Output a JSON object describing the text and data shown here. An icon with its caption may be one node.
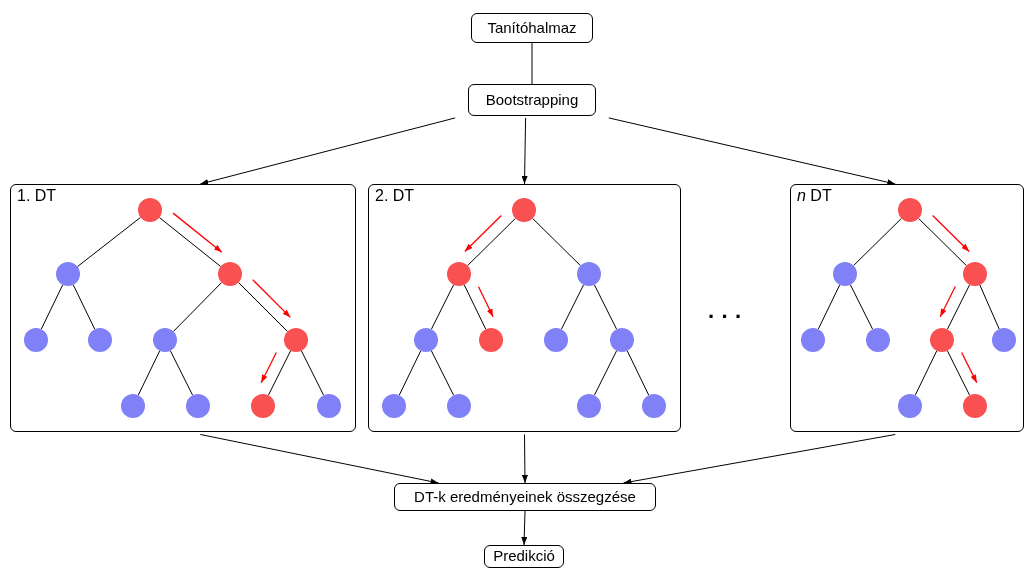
{
  "diagram": {
    "nodes": [
      {
        "text": [
          "Tanítóhalmaz"
        ]
      },
      {
        "text": [
          "Bootstrapping"
        ]
      },
      {
        "text": [
          "1. DT"
        ]
      },
      {
        "text": [],
        "shape": "circle",
        "in": 2
      },
      {
        "text": [],
        "shape": "circle",
        "in": 2
      },
      {
        "text": [],
        "shape": "circle",
        "in": 2
      },
      {
        "text": [],
        "shape": "circle",
        "in": 2
      },
      {
        "text": [],
        "shape": "circle",
        "in": 2
      },
      {
        "text": [],
        "shape": "circle",
        "in": 2
      },
      {
        "text": [],
        "shape": "circle",
        "in": 2
      },
      {
        "text": [],
        "shape": "circle",
        "in": 2
      },
      {
        "text": [],
        "shape": "circle",
        "in": 2
      },
      {
        "text": [],
        "shape": "circle",
        "in": 2
      },
      {
        "text": [],
        "shape": "circle",
        "in": 2
      },
      {
        "text": [
          "2. DT"
        ]
      },
      {
        "text": [],
        "shape": "circle",
        "in": 14
      },
      {
        "text": [],
        "shape": "circle",
        "in": 14
      },
      {
        "text": [],
        "shape": "circle",
        "in": 14
      },
      {
        "text": [],
        "shape": "circle",
        "in": 14
      },
      {
        "text": [],
        "shape": "circle",
        "in": 14
      },
      {
        "text": [],
        "shape": "circle",
        "in": 14
      },
      {
        "text": [],
        "shape": "circle",
        "in": 14
      },
      {
        "text": [],
        "shape": "circle",
        "in": 14
      },
      {
        "text": [],
        "shape": "circle",
        "in": 14
      },
      {
        "text": [],
        "shape": "circle",
        "in": 14
      },
      {
        "text": [],
        "shape": "circle",
        "in": 14
      },
      {
        "text": [
          "*n* DT"
        ]
      },
      {
        "text": [],
        "shape": "circle",
        "in": 26
      },
      {
        "text": [],
        "shape": "circle",
        "in": 26
      },
      {
        "text": [],
        "shape": "circle",
        "in": 26
      },
      {
        "text": [],
        "shape": "circle",
        "in": 26
      },
      {
        "text": [],
        "shape": "circle",
        "in": 26
      },
      {
        "text": [],
        "shape": "circle",
        "in": 26
      },
      {
        "text": [],
        "shape": "circle",
        "in": 26
      },
      {
        "text": [],
        "shape": "circle",
        "in": 26
      },
      {
        "text": [],
        "shape": "circle",
        "in": 26
      },
      {
        "text": [
          "DT-k eredményeinek összegzése"
        ]
      },
      {
        "text": [
          "Predikció"
        ]
      }
    ],
    "edges": [
      {
        "from": 0,
        "to": 1,
        "arrow": "none"
      },
      {
        "from": 1,
        "to": 2,
        "arrow": "to"
      },
      {
        "from": 1,
        "to": 14,
        "arrow": "to"
      },
      {
        "from": 1,
        "to": 26,
        "arrow": "to"
      },
      {
        "from": 2,
        "to": 36,
        "arrow": "to"
      },
      {
        "from": 14,
        "to": 36,
        "arrow": "to"
      },
      {
        "from": 26,
        "to": 36,
        "arrow": "to"
      },
      {
        "from": 36,
        "to": 37,
        "arrow": "to"
      },
      {
        "from": 3,
        "to": 4,
        "arrow": "none"
      },
      {
        "from": 3,
        "to": 5,
        "arrow": "none"
      },
      {
        "from": 4,
        "to": 6,
        "arrow": "none"
      },
      {
        "from": 4,
        "to": 7,
        "arrow": "none"
      },
      {
        "from": 5,
        "to": 8,
        "arrow": "none"
      },
      {
        "from": 5,
        "to": 9,
        "arrow": "none"
      },
      {
        "from": 8,
        "to": 10,
        "arrow": "none"
      },
      {
        "from": 8,
        "to": 11,
        "arrow": "none"
      },
      {
        "from": 9,
        "to": 12,
        "arrow": "none"
      },
      {
        "from": 9,
        "to": 13,
        "arrow": "none"
      },
      {
        "from": 15,
        "to": 16,
        "arrow": "none"
      },
      {
        "from": 15,
        "to": 17,
        "arrow": "none"
      },
      {
        "from": 16,
        "to": 18,
        "arrow": "none"
      },
      {
        "from": 16,
        "to": 19,
        "arrow": "none"
      },
      {
        "from": 17,
        "to": 20,
        "arrow": "none"
      },
      {
        "from": 17,
        "to": 21,
        "arrow": "none"
      },
      {
        "from": 18,
        "to": 22,
        "arrow": "none"
      },
      {
        "from": 18,
        "to": 23,
        "arrow": "none"
      },
      {
        "from": 21,
        "to": 24,
        "arrow": "none"
      },
      {
        "from": 21,
        "to": 25,
        "arrow": "none"
      },
      {
        "from": 27,
        "to": 28,
        "arrow": "none"
      },
      {
        "from": 27,
        "to": 29,
        "arrow": "none"
      },
      {
        "from": 28,
        "to": 30,
        "arrow": "none"
      },
      {
        "from": 28,
        "to": 31,
        "arrow": "none"
      },
      {
        "from": 29,
        "to": 32,
        "arrow": "none"
      },
      {
        "from": 29,
        "to": 33,
        "arrow": "none"
      },
      {
        "from": 32,
        "to": 34,
        "arrow": "none"
      },
      {
        "from": 32,
        "to": 35,
        "arrow": "none"
      }
    ],
    "labels": [
      "· · ·"
    ]
  }
}
